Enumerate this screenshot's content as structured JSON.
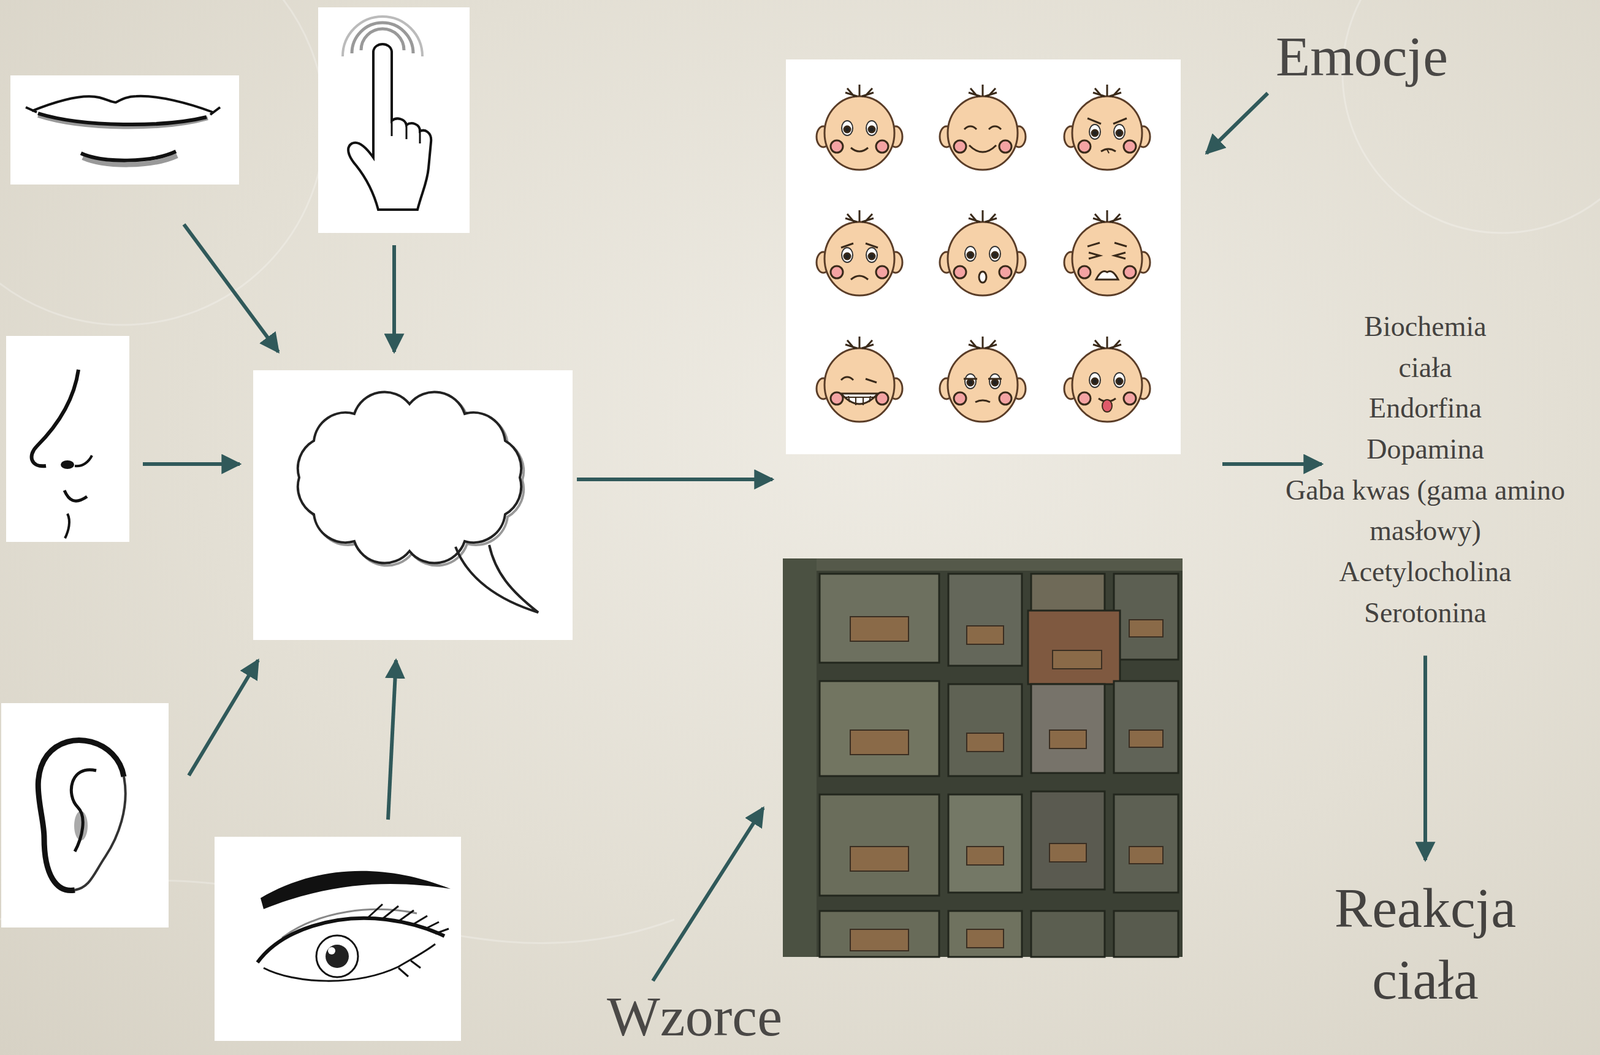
{
  "diagram": {
    "nodes": [
      {
        "text": [
          "Biochemia ciała",
          "Endorfina",
          "Dopamina",
          "Gaba kwas (gama amino masłowy)",
          "Acetylocholina",
          "Serotonina"
        ]
      },
      {
        "text": [
          "Reakcja ciała"
        ]
      }
    ],
    "edges": [
      {
        "from": 0,
        "to": 1,
        "arrow": "to"
      }
    ],
    "labels": [
      "Emocje",
      "Wzorce"
    ]
  }
}
